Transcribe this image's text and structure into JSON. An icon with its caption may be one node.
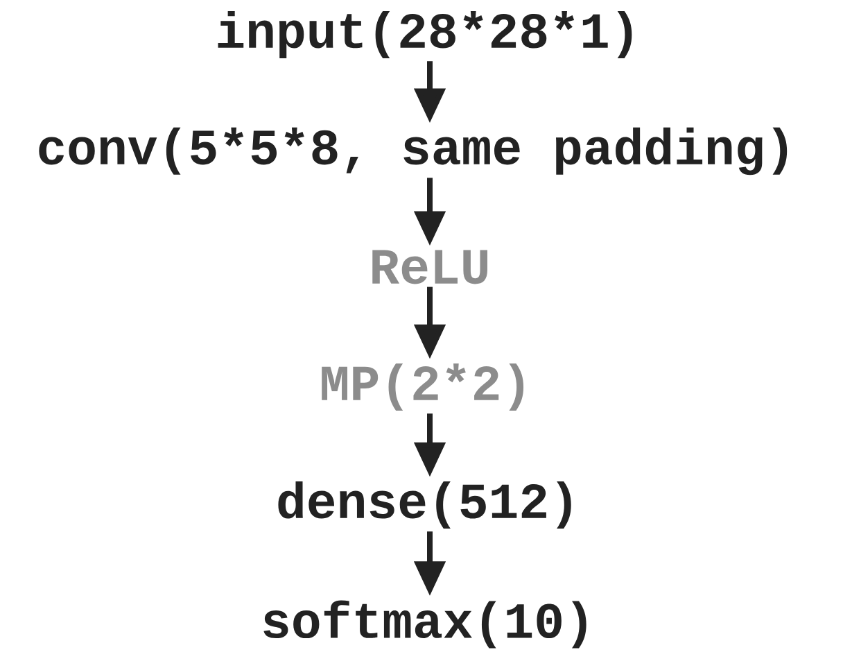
{
  "diagram": {
    "nodes": [
      {
        "text": [
          "input(28*28*1)"
        ]
      },
      {
        "text": [
          "conv(5*5*8, same padding)"
        ]
      },
      {
        "text": [
          "ReLU"
        ]
      },
      {
        "text": [
          "MP(2*2)"
        ]
      },
      {
        "text": [
          "dense(512)"
        ]
      },
      {
        "text": [
          "softmax(10)"
        ]
      }
    ],
    "edges": [
      {
        "from": 0,
        "to": 1,
        "arrow": "to"
      },
      {
        "from": 1,
        "to": 2,
        "arrow": "to"
      },
      {
        "from": 2,
        "to": 3,
        "arrow": "to"
      },
      {
        "from": 3,
        "to": 4,
        "arrow": "to"
      },
      {
        "from": 4,
        "to": 5,
        "arrow": "to"
      }
    ]
  }
}
